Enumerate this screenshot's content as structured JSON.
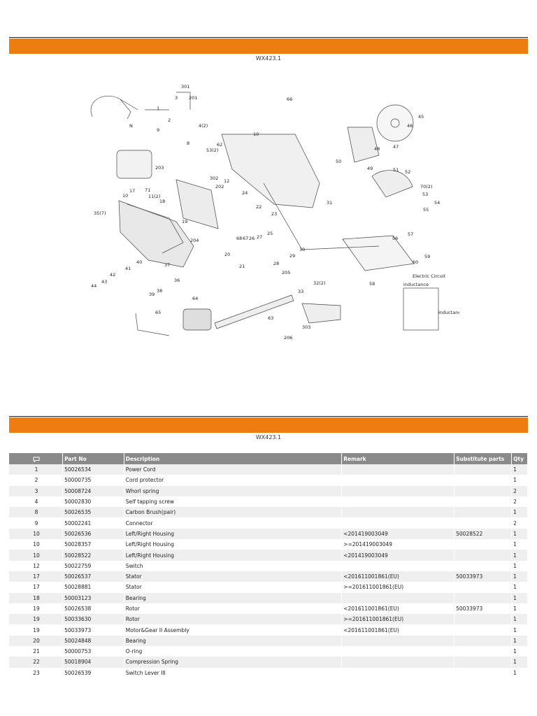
{
  "model_top": "WX423.1",
  "model_bottom": "WX423.1",
  "colors": {
    "accent_bar": "#ee7d11",
    "table_header": "#8a8a8a"
  },
  "diagram": {
    "labels": [
      "301",
      "3",
      "201",
      "1",
      "2",
      "9",
      "N",
      "8",
      "4(2)",
      "66",
      "45",
      "46",
      "47",
      "10",
      "48",
      "49",
      "50",
      "51",
      "52",
      "70(2)",
      "53",
      "54",
      "55",
      "31",
      "203",
      "302",
      "202",
      "12",
      "53(2)",
      "62",
      "24",
      "22",
      "23",
      "25",
      "71",
      "11(2)",
      "18",
      "19",
      "17",
      "10",
      "35(7)",
      "204",
      "68",
      "67",
      "26",
      "27",
      "21",
      "28",
      "30",
      "29",
      "205",
      "33",
      "32(2)",
      "56",
      "57",
      "60",
      "59",
      "58",
      "40",
      "41",
      "42",
      "43",
      "44",
      "37",
      "38",
      "39",
      "36",
      "65",
      "64",
      "63",
      "303",
      "206",
      "Electric Circuit",
      "inductance",
      "inductance"
    ]
  },
  "table": {
    "header_icon": "comment-icon",
    "columns": [
      "Part No",
      "Description",
      "Remark",
      "Substitute parts",
      "Qty"
    ],
    "rows": [
      {
        "no": "1",
        "part": "50026534",
        "desc": "Power Cord",
        "remark": "",
        "sub": "",
        "qty": "1"
      },
      {
        "no": "2",
        "part": "50000735",
        "desc": "Cord protector",
        "remark": "",
        "sub": "",
        "qty": "1"
      },
      {
        "no": "3",
        "part": "50008724",
        "desc": "Whorl spring",
        "remark": "",
        "sub": "",
        "qty": "2"
      },
      {
        "no": "4",
        "part": "50002830",
        "desc": "Self tapping screw",
        "remark": "",
        "sub": "",
        "qty": "2"
      },
      {
        "no": "8",
        "part": "50026535",
        "desc": "Carbon Brush(pair)",
        "remark": "",
        "sub": "",
        "qty": "1"
      },
      {
        "no": "9",
        "part": "50002241",
        "desc": "Connector",
        "remark": "",
        "sub": "",
        "qty": "2"
      },
      {
        "no": "10",
        "part": "50026536",
        "desc": "Left/Right Housing",
        "remark": "<201419003049",
        "sub": "50028522",
        "qty": "1"
      },
      {
        "no": "10",
        "part": "50028357",
        "desc": "Left/Right Housing",
        "remark": ">=201419003049",
        "sub": "",
        "qty": "1"
      },
      {
        "no": "10",
        "part": "50028522",
        "desc": "Left/Right Housing",
        "remark": "<201419003049",
        "sub": "",
        "qty": "1"
      },
      {
        "no": "12",
        "part": "50022759",
        "desc": "Switch",
        "remark": "",
        "sub": "",
        "qty": "1"
      },
      {
        "no": "17",
        "part": "50026537",
        "desc": "Stator",
        "remark": "<201611001861(EU)",
        "sub": "50033973",
        "qty": "1"
      },
      {
        "no": "17",
        "part": "50028881",
        "desc": "Stator",
        "remark": ">=201611001861(EU)",
        "sub": "",
        "qty": "1"
      },
      {
        "no": "18",
        "part": "50003123",
        "desc": "Bearing",
        "remark": "",
        "sub": "",
        "qty": "1"
      },
      {
        "no": "19",
        "part": "50026538",
        "desc": "Rotor",
        "remark": "<201611001861(EU)",
        "sub": "50033973",
        "qty": "1"
      },
      {
        "no": "19",
        "part": "50033630",
        "desc": "Rotor",
        "remark": ">=201611001861(EU)",
        "sub": "",
        "qty": "1"
      },
      {
        "no": "19",
        "part": "50033973",
        "desc": "Motor&Gear II Assembly",
        "remark": "<201611001861(EU)",
        "sub": "",
        "qty": "1"
      },
      {
        "no": "20",
        "part": "50024848",
        "desc": "Bearing",
        "remark": "",
        "sub": "",
        "qty": "1"
      },
      {
        "no": "21",
        "part": "50000753",
        "desc": "O-ring",
        "remark": "",
        "sub": "",
        "qty": "1"
      },
      {
        "no": "22",
        "part": "50018904",
        "desc": "Compression Spring",
        "remark": "",
        "sub": "",
        "qty": "1"
      },
      {
        "no": "23",
        "part": "50026539",
        "desc": "Switch Lever III",
        "remark": "",
        "sub": "",
        "qty": "1"
      }
    ]
  }
}
